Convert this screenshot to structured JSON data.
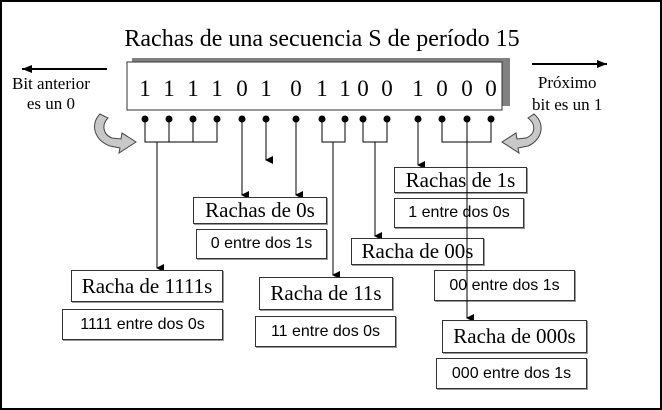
{
  "title": "Rachas de una secuencia S de período 15",
  "bits": [
    "1",
    "1",
    "1",
    "1",
    "0",
    "1",
    "0",
    "1",
    "1",
    "0",
    "0",
    "1",
    "0",
    "0",
    "0"
  ],
  "left_note": {
    "line1": "Bit anterior",
    "line2": "es un 0"
  },
  "right_note": {
    "line1": "Próximo",
    "line2": "bit es un 1"
  },
  "boxes": {
    "rachas_1s": "Rachas de 1s",
    "uno_entre_0s": "1 entre dos 0s",
    "rachas_0s": "Rachas de 0s",
    "cero_entre_1s": "0 entre dos 1s",
    "racha_00s": "Racha de 00s",
    "dos_ceros_entre_1s": "00 entre dos 1s",
    "racha_1111s": "Racha de 1111s",
    "cuatro_unos_entre_0s": "1111 entre dos 0s",
    "racha_11s": "Racha de 11s",
    "dos_unos_entre_0s": "11 entre dos 0s",
    "racha_000s": "Racha de 000s",
    "tres_ceros_entre_1s": "000 entre dos 1s"
  },
  "colors": {
    "shadow": "#808080",
    "arrow_fill": "#c8c8c8",
    "line": "#000000"
  }
}
